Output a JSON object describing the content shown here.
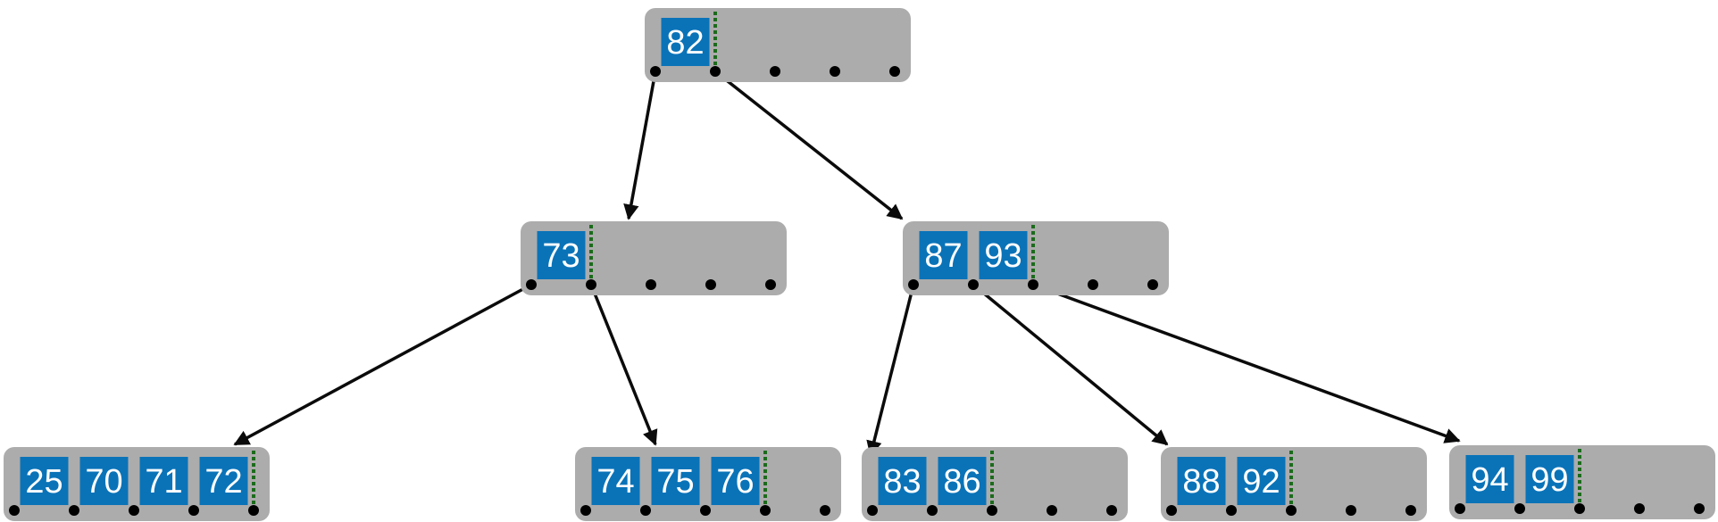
{
  "tree": {
    "nodes": [
      {
        "id": "root",
        "keys": [
          "82"
        ]
      },
      {
        "id": "l1-a",
        "keys": [
          "73"
        ]
      },
      {
        "id": "l1-b",
        "keys": [
          "87",
          "93"
        ]
      },
      {
        "id": "leaf-1",
        "keys": [
          "25",
          "70",
          "71",
          "72"
        ]
      },
      {
        "id": "leaf-2",
        "keys": [
          "74",
          "75",
          "76"
        ]
      },
      {
        "id": "leaf-3",
        "keys": [
          "83",
          "86"
        ]
      },
      {
        "id": "leaf-4",
        "keys": [
          "88",
          "92"
        ]
      },
      {
        "id": "leaf-5",
        "keys": [
          "94",
          "99"
        ]
      }
    ],
    "edges": [
      {
        "from": "root",
        "pointer": 0,
        "to": "l1-a"
      },
      {
        "from": "root",
        "pointer": 1,
        "to": "l1-b"
      },
      {
        "from": "l1-a",
        "pointer": 0,
        "to": "leaf-1"
      },
      {
        "from": "l1-a",
        "pointer": 1,
        "to": "leaf-2"
      },
      {
        "from": "l1-b",
        "pointer": 0,
        "to": "leaf-3"
      },
      {
        "from": "l1-b",
        "pointer": 1,
        "to": "leaf-4"
      },
      {
        "from": "l1-b",
        "pointer": 2,
        "to": "leaf-5"
      }
    ],
    "colors": {
      "node_background": "#acacac",
      "key_box": "#0a73b8",
      "key_text": "#ffffff",
      "fill_divider": "#1c6b1c",
      "edge": "#0b0b0b"
    }
  }
}
